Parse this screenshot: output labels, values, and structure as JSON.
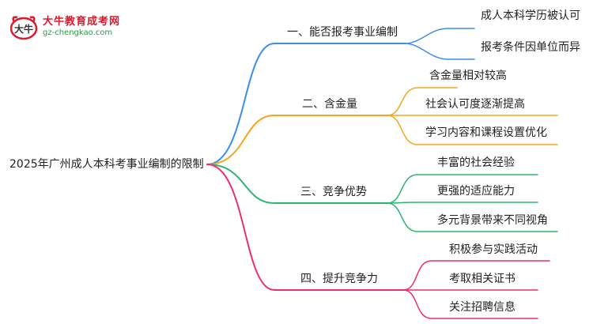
{
  "watermark": {
    "logo_lettering": "大牛",
    "title": "大牛教育成考网",
    "url": "gz-chengkao.com"
  },
  "root": {
    "label": "2025年广州成人本科考事业编制的限制"
  },
  "branches": [
    {
      "label": "一、能否报考事业编制",
      "color": "#3c8ee6",
      "leaves": [
        "成人本科学历被认可",
        "报考条件因单位而异"
      ]
    },
    {
      "label": "二、含金量",
      "color": "#f0a91c",
      "leaves": [
        "含金量相对较高",
        "社会认可度逐渐提高",
        "学习内容和课程设置优化"
      ]
    },
    {
      "label": "三、竞争优势",
      "color": "#2bb673",
      "leaves": [
        "丰富的社会经验",
        "更强的适应能力",
        "多元背景带来不同视角"
      ]
    },
    {
      "label": "四、提升竞争力",
      "color": "#ee2d74",
      "leaves": [
        "积极参与实践活动",
        "考取相关证书",
        "关注招聘信息"
      ]
    }
  ]
}
